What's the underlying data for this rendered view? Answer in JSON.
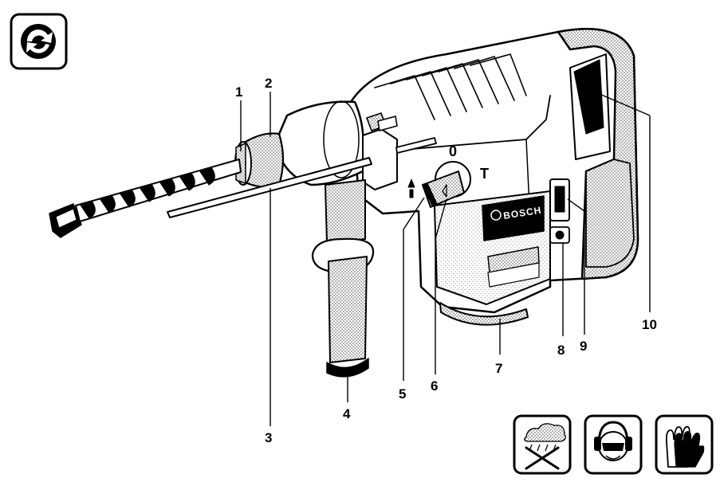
{
  "labels": [
    "1",
    "2",
    "3",
    "4",
    "5",
    "6",
    "7",
    "8",
    "9",
    "10"
  ],
  "brand": "BOSCH",
  "switch_marks": {
    "off": "0",
    "t_mark": "T"
  },
  "icons": [
    "recycle-logo-icon",
    "no-rain-icon",
    "ear-eye-protection-icon",
    "gloves-icon"
  ],
  "colors": {
    "ink": "#000000",
    "paper": "#ffffff",
    "shade": "#9a9a9a"
  }
}
